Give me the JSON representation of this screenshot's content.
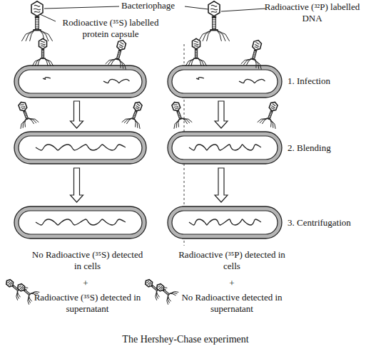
{
  "diagram": {
    "caption": "The Hershey-Chase experiment",
    "labels": [
      "Bacteriophage",
      "Rodioactive (³⁵S) labelled protein capsule",
      "Radioactive (³²P) labelled DNA",
      "1. Infection",
      "2. Blending",
      "3. Centrifugation",
      "No Radioactive (³⁵S) detected in cells",
      "+",
      "Radioactive (³⁵S) detected in supernatant",
      "Radioactive (³⁵P) detected in cells",
      "+",
      "No Radioactive detected in supernatant"
    ]
  }
}
